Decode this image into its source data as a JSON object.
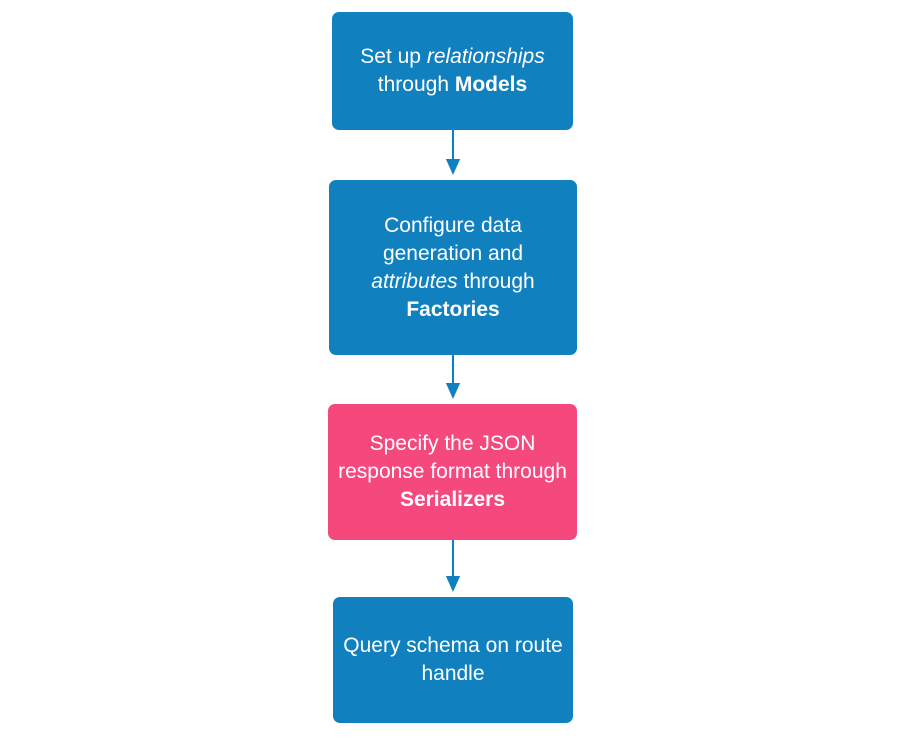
{
  "diagram": {
    "type": "flowchart",
    "orientation": "vertical-top-down",
    "background": "#ffffff",
    "colors": {
      "blue": "#1180BE",
      "pink": "#F5497E",
      "arrow": "#1180BE",
      "text": "#ffffff"
    },
    "nodes": [
      {
        "id": "models",
        "shape": "rounded-rectangle",
        "color": "#1180BE",
        "text": "Set up relationships through Models",
        "segments": [
          {
            "text": "Set up ",
            "style": "regular"
          },
          {
            "text": "relationships",
            "style": "italic"
          },
          {
            "text": " through ",
            "style": "regular"
          },
          {
            "text": "Models",
            "style": "bold"
          }
        ]
      },
      {
        "id": "factories",
        "shape": "rounded-rectangle",
        "color": "#1180BE",
        "text": "Configure data generation and attributes through Factories",
        "segments": [
          {
            "text": "Configure data generation and ",
            "style": "regular"
          },
          {
            "text": "attributes",
            "style": "italic"
          },
          {
            "text": " through ",
            "style": "regular"
          },
          {
            "text": "Factories",
            "style": "bold"
          }
        ]
      },
      {
        "id": "serializers",
        "shape": "rounded-rectangle",
        "color": "#F5497E",
        "text": "Specify the JSON response format through Serializers",
        "segments": [
          {
            "text": "Specify the JSON response format through ",
            "style": "regular"
          },
          {
            "text": "Serializers",
            "style": "bold"
          }
        ]
      },
      {
        "id": "query",
        "shape": "rounded-rectangle",
        "color": "#1180BE",
        "text": "Query schema on route handle",
        "segments": [
          {
            "text": "Query schema on route handle",
            "style": "regular"
          }
        ]
      }
    ],
    "edges": [
      {
        "id": "edge-models-factories",
        "from": "models",
        "to": "factories",
        "style": "solid-arrow",
        "label": ""
      },
      {
        "id": "edge-factories-serializers",
        "from": "factories",
        "to": "serializers",
        "style": "solid-arrow",
        "label": ""
      },
      {
        "id": "edge-serializers-query",
        "from": "serializers",
        "to": "query",
        "style": "solid-arrow",
        "label": ""
      }
    ]
  }
}
